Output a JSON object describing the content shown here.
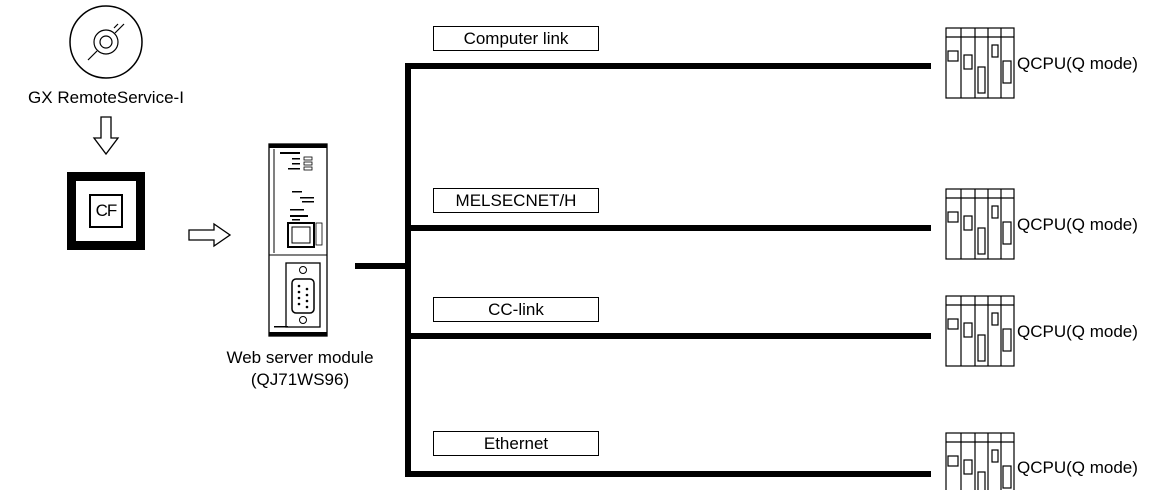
{
  "software": {
    "label": "GX RemoteService-I",
    "icon": "cd-rom-icon"
  },
  "cf_card": {
    "label": "CF",
    "icon": "compact-flash-card-icon"
  },
  "module": {
    "label_line1": "Web server module",
    "label_line2": "(QJ71WS96)",
    "icon": "web-server-module-icon"
  },
  "networks": [
    {
      "name": "Computer link",
      "plc_label": "QCPU(Q mode)"
    },
    {
      "name": "MELSECNET/H",
      "plc_label": "QCPU(Q mode)"
    },
    {
      "name": "CC-link",
      "plc_label": "QCPU(Q mode)"
    },
    {
      "name": "Ethernet",
      "plc_label": "QCPU(Q mode)"
    }
  ],
  "colors": {
    "line": "#000000",
    "background": "#ffffff"
  }
}
